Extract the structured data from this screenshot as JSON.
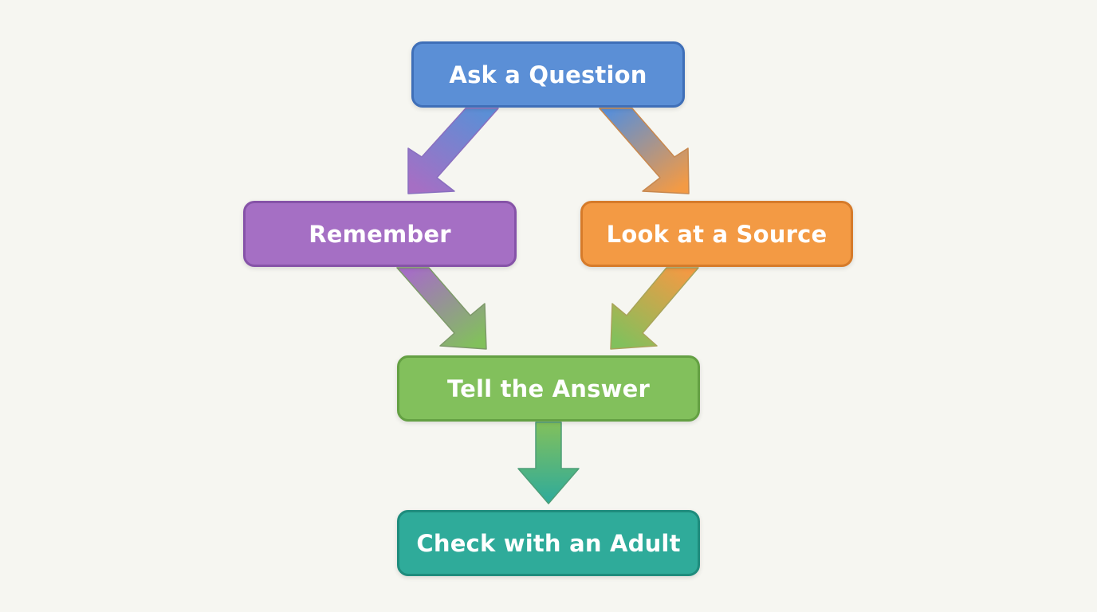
{
  "nodes": {
    "ask": {
      "label": "Ask a Question",
      "fill": "#5b8fd6",
      "border": "#3f6fb8"
    },
    "rem": {
      "label": "Remember",
      "fill": "#a56fc4",
      "border": "#8653a8"
    },
    "look": {
      "label": "Look at a Source",
      "fill": "#f39a44",
      "border": "#d67b2a"
    },
    "tell": {
      "label": "Tell the Answer",
      "fill": "#82c05c",
      "border": "#64a043"
    },
    "check": {
      "label": "Check with an Adult",
      "fill": "#2fab9a",
      "border": "#1f8c7d"
    }
  },
  "edges": [
    {
      "from": "ask",
      "to": "rem"
    },
    {
      "from": "ask",
      "to": "look"
    },
    {
      "from": "rem",
      "to": "tell"
    },
    {
      "from": "look",
      "to": "tell"
    },
    {
      "from": "tell",
      "to": "check"
    }
  ]
}
